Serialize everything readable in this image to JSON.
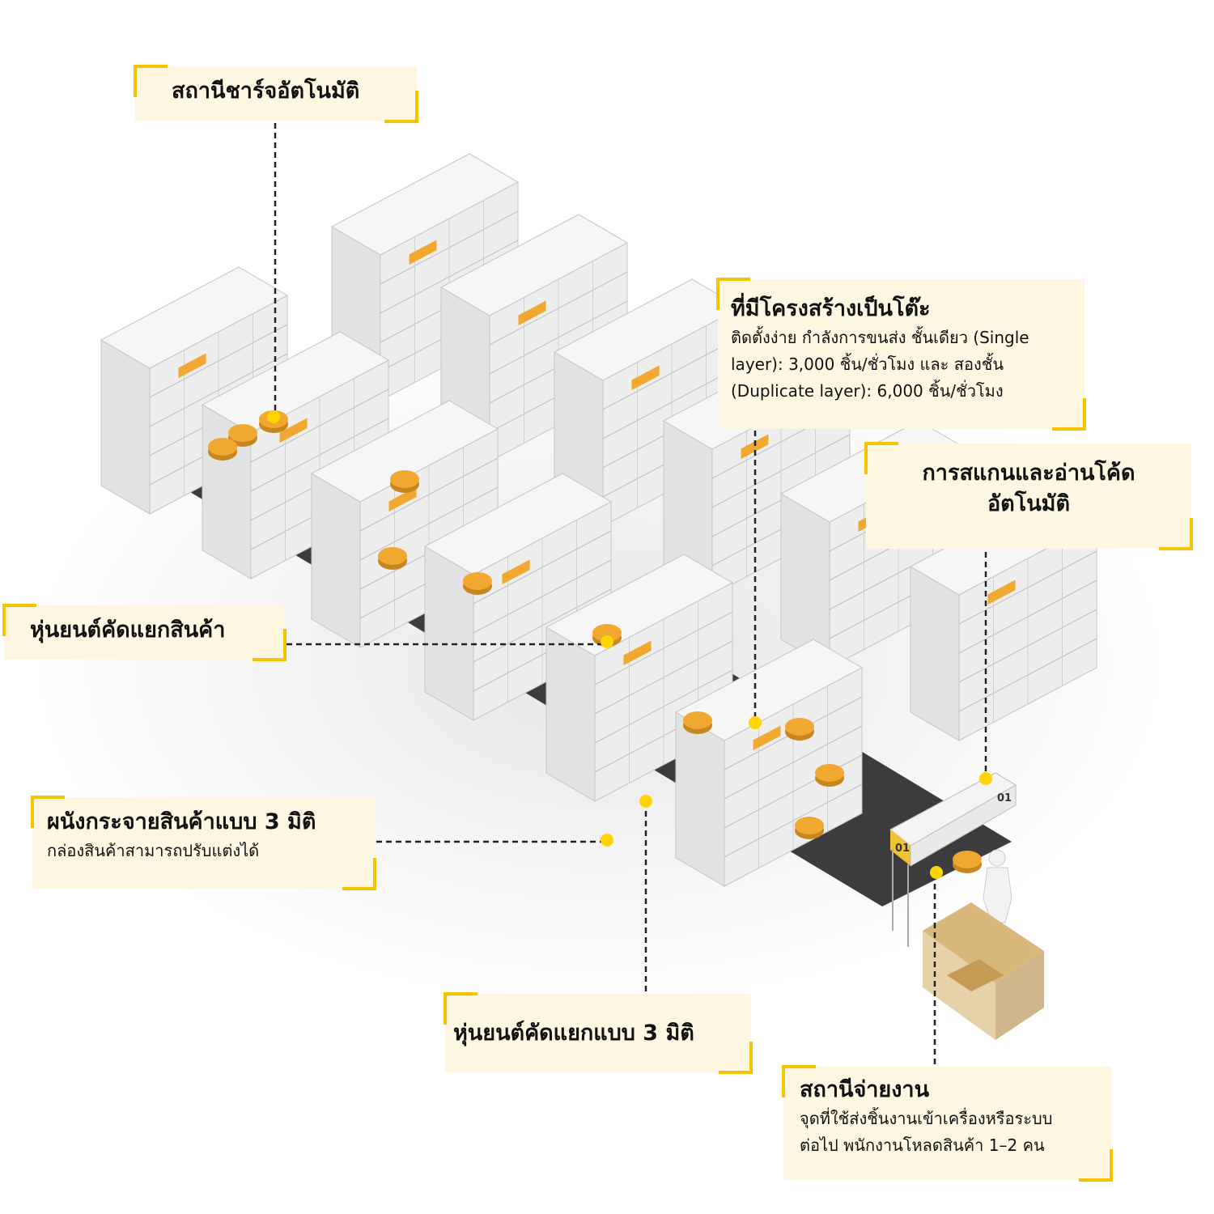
{
  "callouts": {
    "charging_station": {
      "title": "สถานีชาร์จอัตโนมัติ"
    },
    "table_structure": {
      "title": "ที่มีโครงสร้างเป็นโต๊ะ",
      "desc_line1": "ติดตั้งง่าย กำลังการขนส่ง ชั้นเดียว (Single",
      "desc_line2": "layer): 3,000 ชิ้น/ชั่วโมง และ สองชั้น",
      "desc_line3": "(Duplicate layer): 6,000 ชิ้น/ชั่วโมง"
    },
    "scanning": {
      "title_line1": "การสแกนและอ่านโค้ด",
      "title_line2": "อัตโนมัติ"
    },
    "sorting_robot": {
      "title": "หุ่นยนต์คัดแยกสินค้า"
    },
    "sorting_wall": {
      "title": "ผนังกระจายสินค้าแบบ 3 มิติ",
      "desc": "กล่องสินค้าสามารถปรับแต่งได้"
    },
    "sorting_robot_3d": {
      "title": "หุ่นยนต์คัดแยกแบบ 3 มิติ"
    },
    "dispatch_station": {
      "title": "สถานีจ่ายงาน",
      "desc_line1": "จุดที่ใช้ส่งชิ้นงานเข้าเครื่องหรือระบบ",
      "desc_line2": "ต่อไป พนักงานโหลดสินค้า 1–2 คน"
    }
  },
  "station_labels": {
    "left": "01",
    "right": "01"
  },
  "colors": {
    "accent": "#f5c400",
    "box_bg": "#fdf6e1",
    "floor": "#3c3c3e",
    "robot": "#f0a830"
  }
}
